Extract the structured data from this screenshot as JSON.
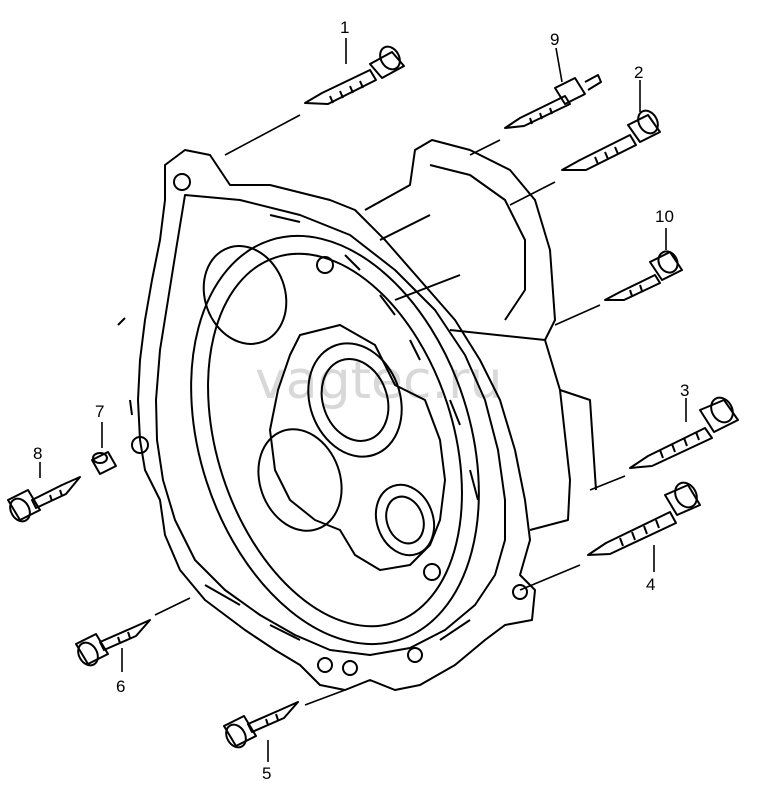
{
  "watermark": "vagtec.ru",
  "colors": {
    "line": "#000000",
    "background": "#ffffff",
    "watermark": "#d8d8d8"
  },
  "callouts": [
    {
      "id": "1",
      "label": "1"
    },
    {
      "id": "2",
      "label": "2"
    },
    {
      "id": "3",
      "label": "3"
    },
    {
      "id": "4",
      "label": "4"
    },
    {
      "id": "5",
      "label": "5"
    },
    {
      "id": "6",
      "label": "6"
    },
    {
      "id": "7",
      "label": "7"
    },
    {
      "id": "8",
      "label": "8"
    },
    {
      "id": "9",
      "label": "9"
    },
    {
      "id": "10",
      "label": "10"
    }
  ]
}
